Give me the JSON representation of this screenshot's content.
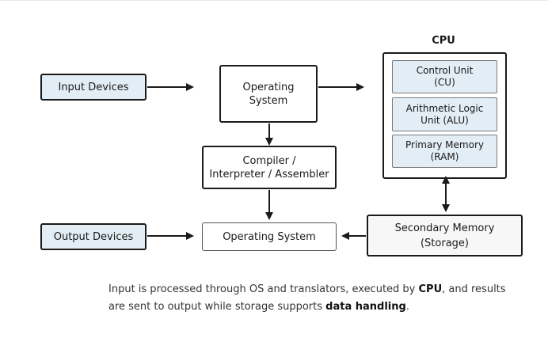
{
  "nodes": {
    "input_devices": "Input Devices",
    "os_top": "Operating\nSystem",
    "cpu_title": "CPU",
    "control_unit": "Control Unit\n(CU)",
    "alu": "Arithmetic Logic\nUnit (ALU)",
    "primary_memory": "Primary Memory\n(RAM)",
    "compiler": "Compiler /\nInterpreter / Assembler",
    "output_devices": "Output Devices",
    "os_bottom": "Operating System",
    "secondary_memory": "Secondary Memory",
    "secondary_memory_sub": "(Storage)"
  },
  "caption": {
    "part1": "Input is processed through OS and translators, executed by ",
    "bold1": "CPU",
    "part2": ", and results are sent to output while storage supports ",
    "bold2": "data handling",
    "part3": "."
  },
  "colors": {
    "io_fill": "#e3edf5",
    "stroke": "#1a1a1a"
  }
}
